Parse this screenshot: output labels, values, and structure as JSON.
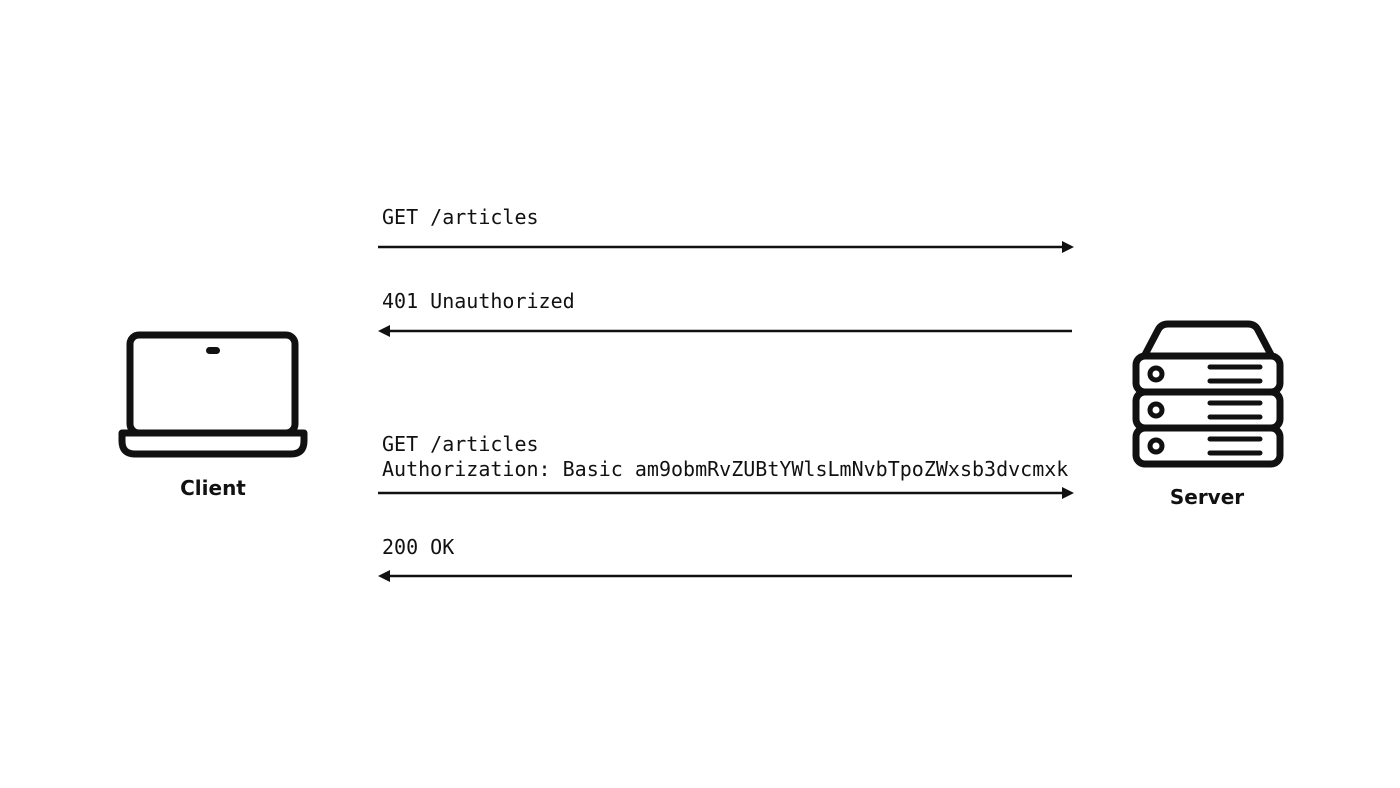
{
  "client": {
    "label": "Client",
    "icon": "laptop-icon"
  },
  "server": {
    "label": "Server",
    "icon": "server-icon"
  },
  "messages": [
    {
      "direction": "to-server",
      "lines": [
        "GET /articles"
      ]
    },
    {
      "direction": "to-client",
      "lines": [
        "401 Unauthorized"
      ]
    },
    {
      "direction": "to-server",
      "lines": [
        "GET /articles",
        "Authorization: Basic am9obmRvZUBtYWlsLmNvbTpoZWxsb3dvcmxk"
      ]
    },
    {
      "direction": "to-client",
      "lines": [
        "200 OK"
      ]
    }
  ],
  "colors": {
    "stroke": "#111111",
    "background": "#ffffff"
  }
}
